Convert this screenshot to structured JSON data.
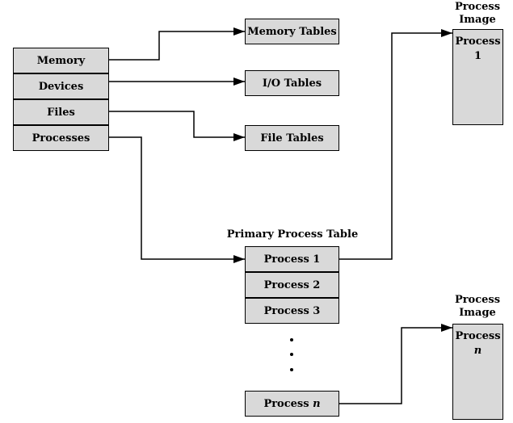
{
  "os_tables": [
    "Memory",
    "Devices",
    "Files",
    "Processes"
  ],
  "control_tables": {
    "memory": "Memory Tables",
    "io": "I/O Tables",
    "file": "File Tables"
  },
  "primary_table": {
    "title": "Primary Process Table",
    "rows": [
      "Process 1",
      "Process 2",
      "Process 3"
    ],
    "ellipsis": "...",
    "last_row_prefix": "Process ",
    "last_row_var": "n"
  },
  "process_image_1": {
    "title_line1": "Process",
    "title_line2": "Image",
    "content_line1": "Process",
    "content_line2": "1"
  },
  "process_image_n": {
    "title_line1": "Process",
    "title_line2": "Image",
    "content_line1": "Process",
    "content_line2": "n"
  }
}
